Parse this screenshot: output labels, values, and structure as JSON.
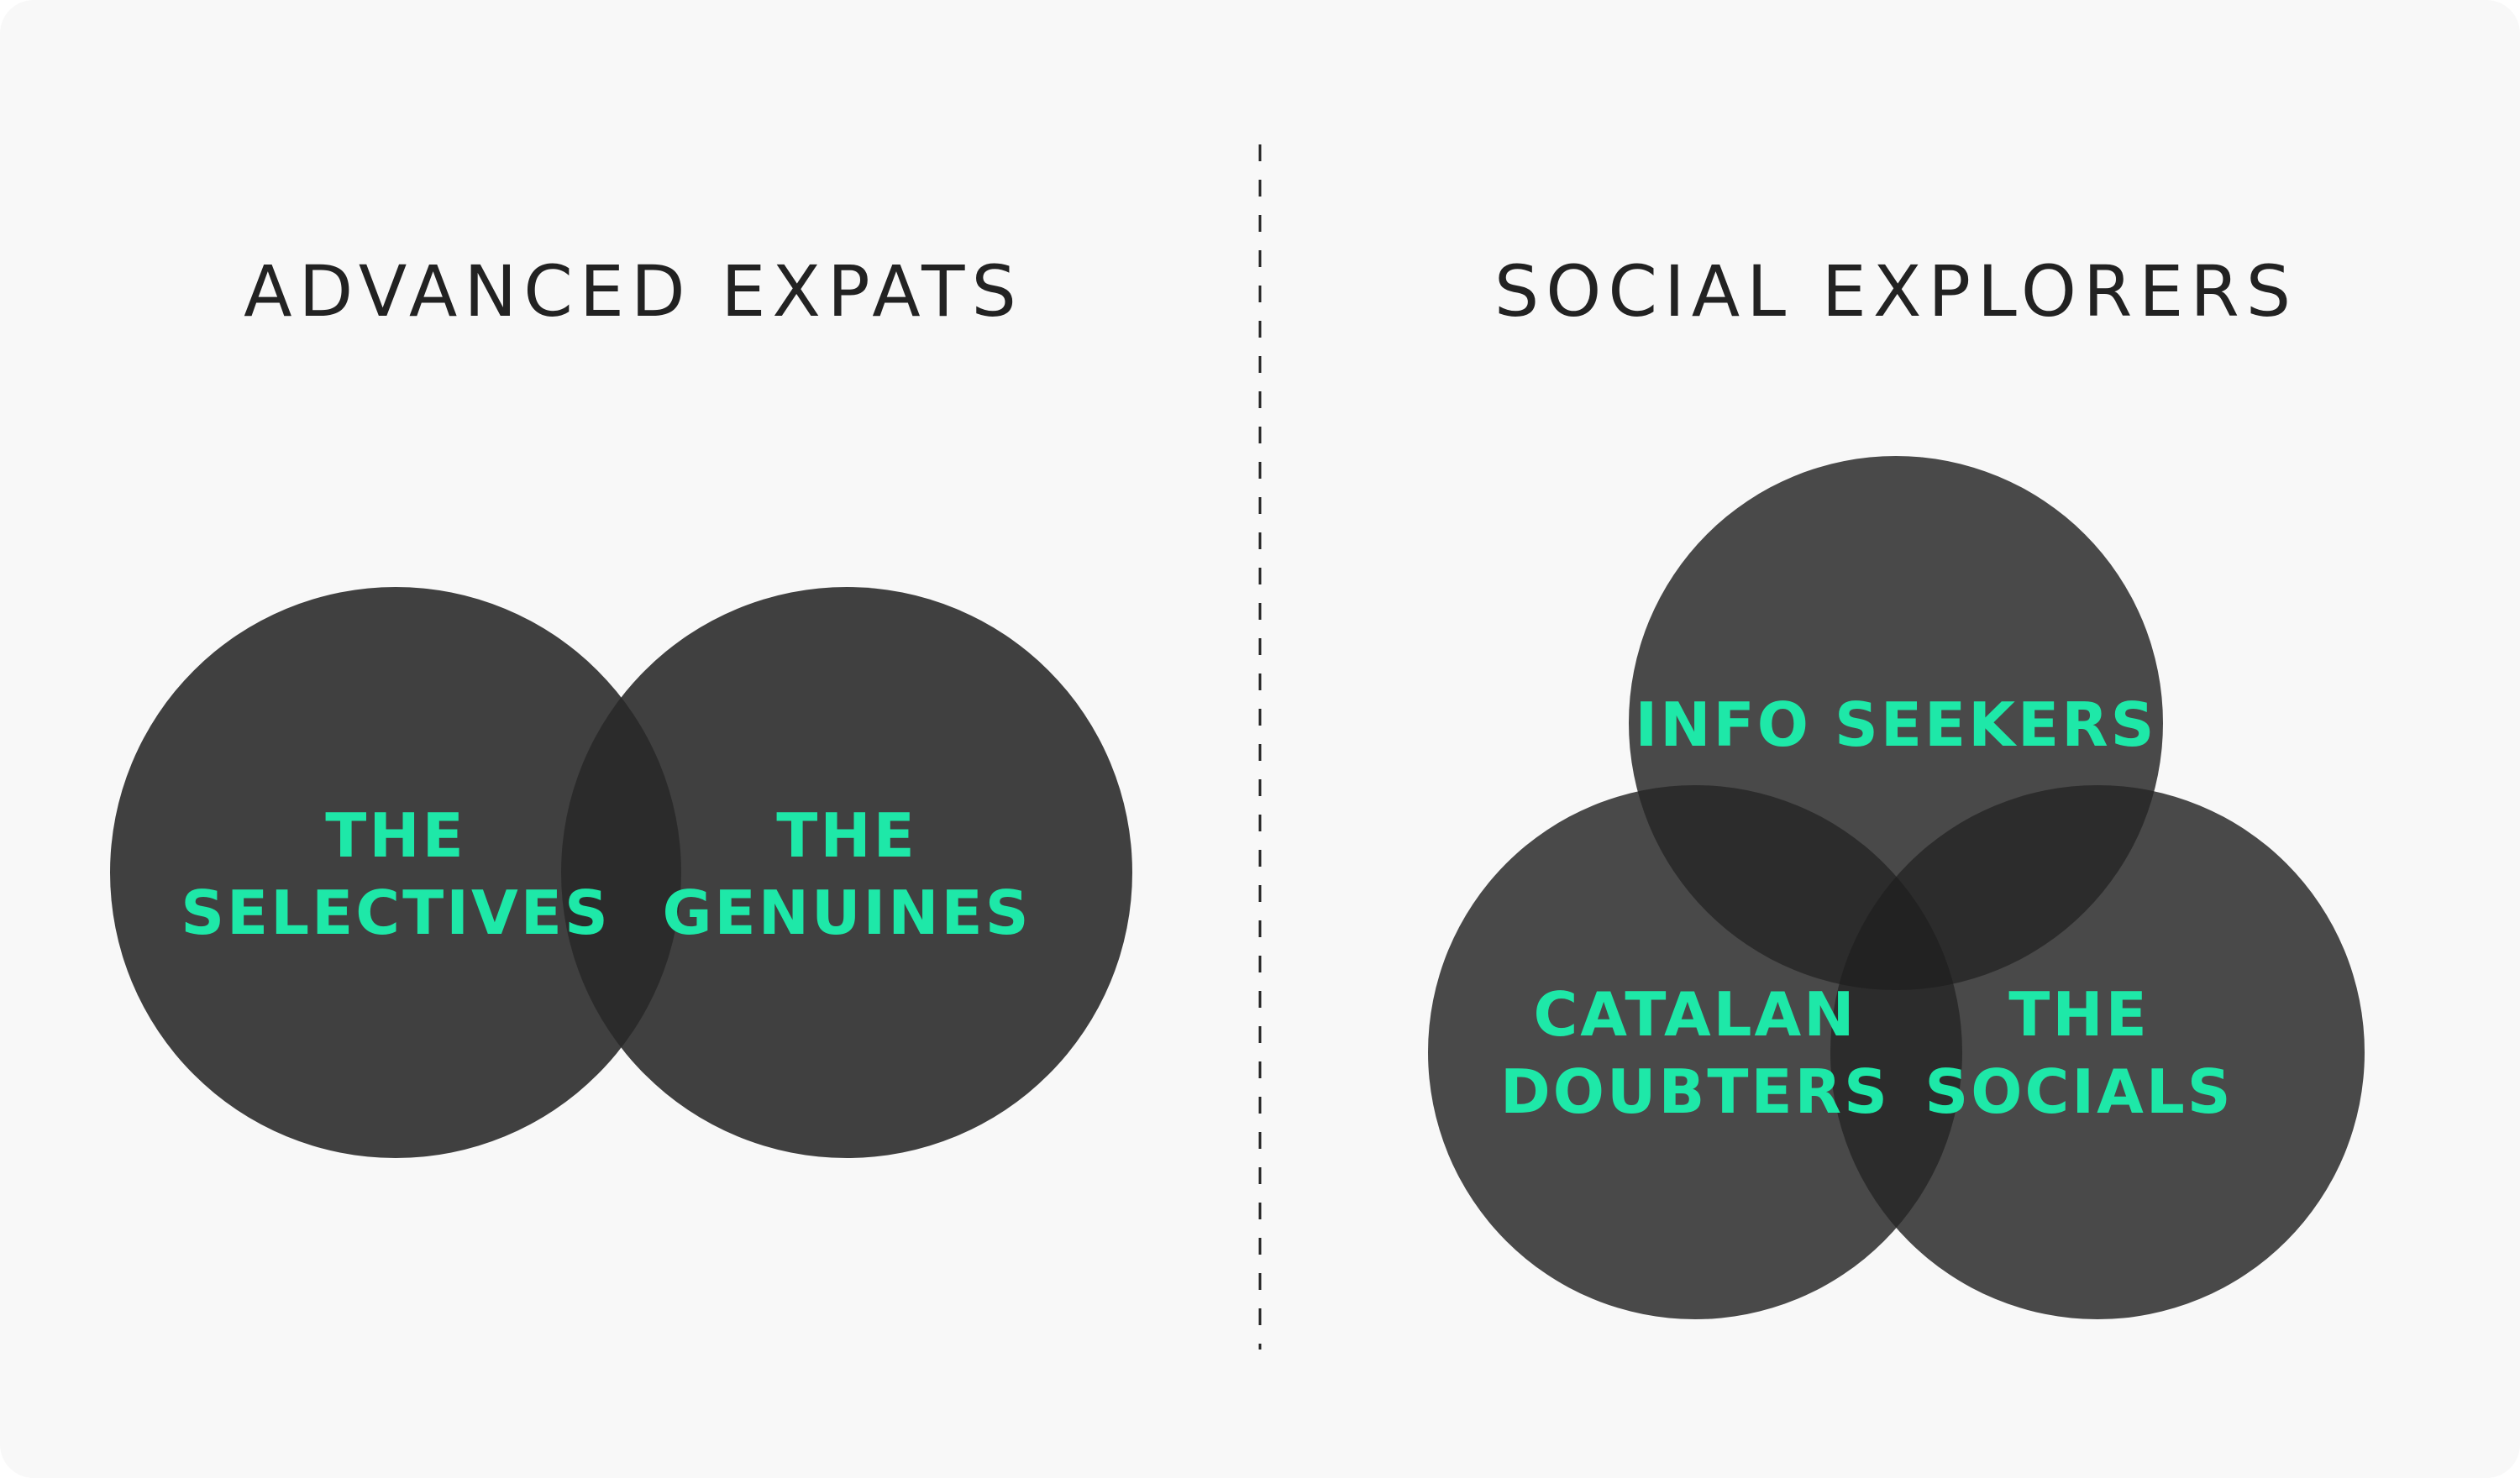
{
  "colors": {
    "background": "#f8f8f8",
    "circle": "#404040",
    "circle_right": "#494949",
    "overlap": "#2b2b2b",
    "triple_overlap": "#222222",
    "label": "#1ee8a8",
    "title": "#222222"
  },
  "left_group": {
    "title": "ADVANCED EXPATS",
    "circles": [
      {
        "line1": "THE",
        "line2": "SELECTIVES"
      },
      {
        "line1": "THE",
        "line2": "GENUINES"
      }
    ]
  },
  "right_group": {
    "title": "SOCIAL EXPLORERS",
    "circles": [
      {
        "line1": "INFO SEEKERS"
      },
      {
        "line1": "CATALAN",
        "line2": "DOUBTERS"
      },
      {
        "line1": "THE",
        "line2": "SOCIALS"
      }
    ]
  }
}
